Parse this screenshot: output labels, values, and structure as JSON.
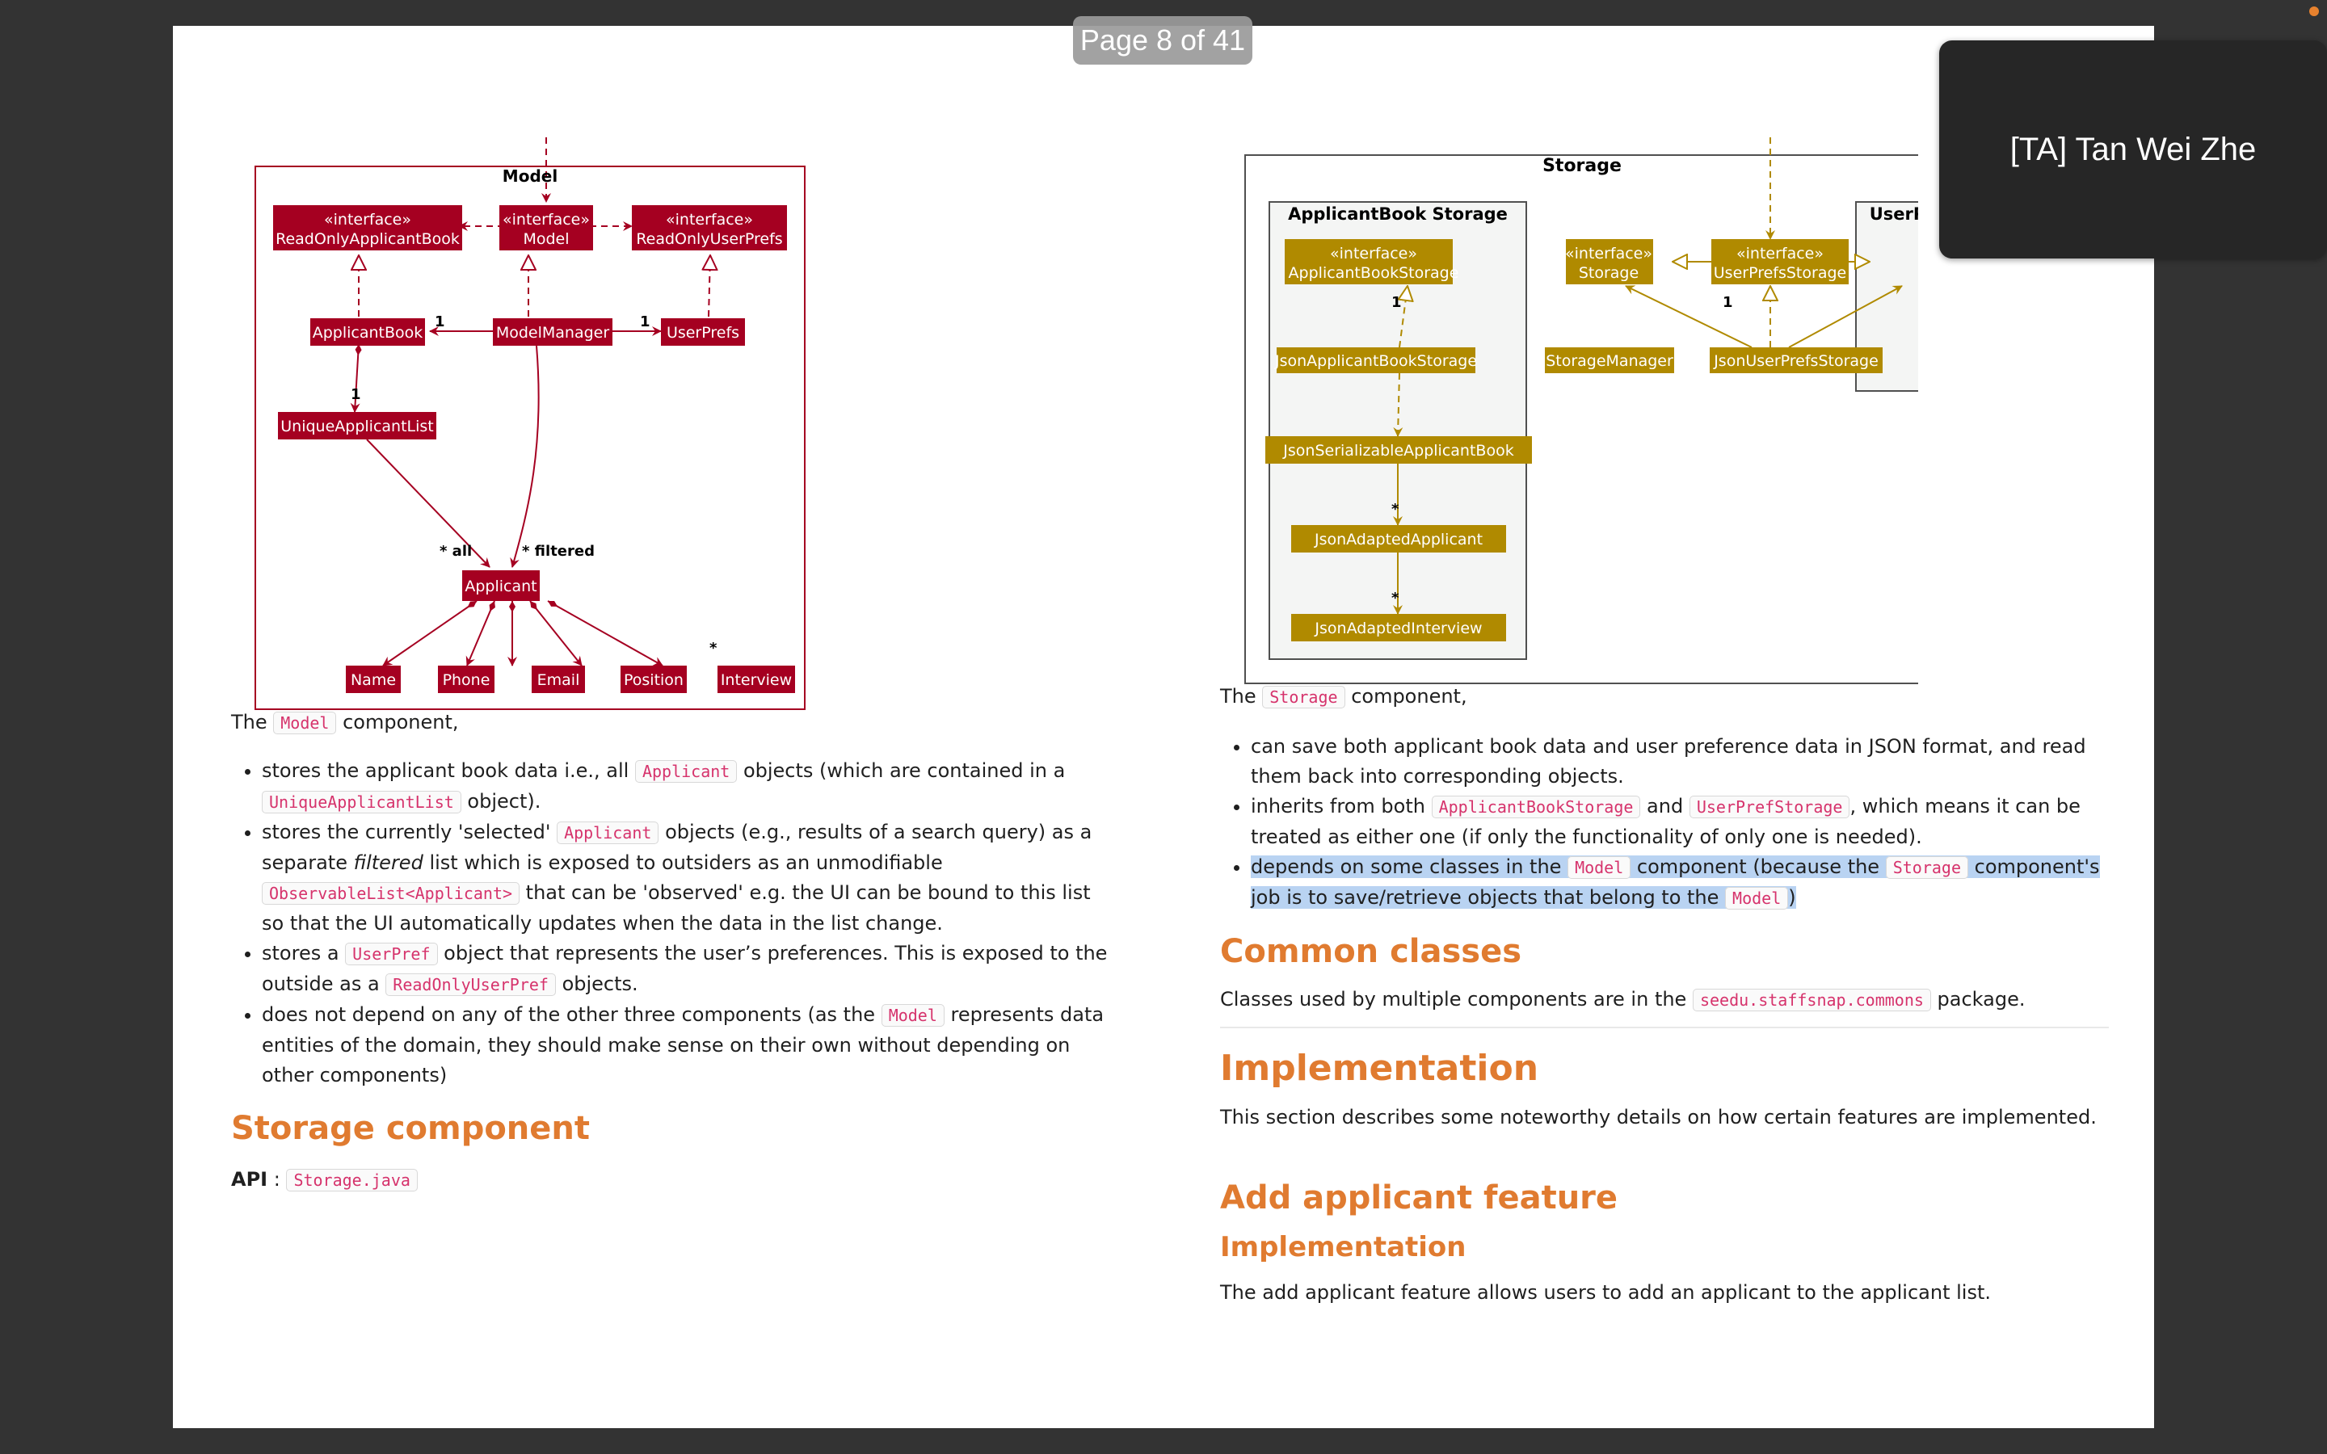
{
  "viewer": {
    "page_indicator": "Page 8 of 41",
    "participant_name": "[TA] Tan Wei Zhe"
  },
  "model_diagram": {
    "title": "Model",
    "nodes": {
      "ro_applicant_book": [
        "«interface»",
        "ReadOnlyApplicantBook"
      ],
      "model": [
        "«interface»",
        "Model"
      ],
      "ro_user_prefs": [
        "«interface»",
        "ReadOnlyUserPrefs"
      ],
      "applicant_book": "ApplicantBook",
      "model_manager": "ModelManager",
      "user_prefs": "UserPrefs",
      "unique_list": "UniqueApplicantList",
      "applicant": "Applicant",
      "name": "Name",
      "phone": "Phone",
      "email": "Email",
      "position": "Position",
      "interview": "Interview"
    },
    "labels": {
      "one": "1",
      "all": "* all",
      "filtered": "* filtered",
      "star": "*"
    },
    "color": "#a50021"
  },
  "storage_diagram": {
    "title": "Storage",
    "applicant_book_pkg": "ApplicantBook Storage",
    "userprefs_pkg": "UserPrefs Storage",
    "nodes": {
      "applicant_book_storage": [
        "«interface»",
        "ApplicantBookStorage"
      ],
      "storage": [
        "«interface»",
        "Storage"
      ],
      "userprefs_storage": [
        "«interface»",
        "UserPrefsStorage"
      ],
      "json_applicant_book_storage": "JsonApplicantBookStorage",
      "storage_manager": "StorageManager",
      "json_userprefs_storage": "JsonUserPrefsStorage",
      "json_serializable": "JsonSerializableApplicantBook",
      "json_adapted_applicant": "JsonAdaptedApplicant",
      "json_adapted_interview": "JsonAdaptedInterview"
    },
    "labels": {
      "one": "1",
      "star": "*"
    },
    "color": "#b08a00"
  },
  "left": {
    "intro": {
      "pre": "The ",
      "code": "Model",
      "post": " component,"
    },
    "bullets": [
      {
        "t1": "stores the applicant book data i.e., all ",
        "c1": "Applicant",
        "t2": " objects (which are contained in a ",
        "c2": "UniqueApplicantList",
        "t3": " object)."
      },
      {
        "t1": "stores the currently 'selected' ",
        "c1": "Applicant",
        "t2": " objects (e.g., results of a search query) as a separate ",
        "em": "filtered",
        "t3": " list which is exposed to outsiders as an unmodifiable ",
        "c2": "ObservableList<Applicant>",
        "t4": " that can be 'observed' e.g. the UI can be bound to this list so that the UI automatically updates when the data in the list change."
      },
      {
        "t1": "stores a ",
        "c1": "UserPref",
        "t2": " object that represents the user’s preferences. This is exposed to the outside as a ",
        "c2": "ReadOnlyUserPref",
        "t3": " objects."
      },
      {
        "t1": "does not depend on any of the other three components (as the ",
        "c1": "Model",
        "t2": " represents data entities of the domain, they should make sense on their own without depending on other components)"
      }
    ],
    "heading": "Storage component",
    "api": {
      "label": "API",
      "sep": " : ",
      "code": "Storage.java"
    }
  },
  "right": {
    "intro": {
      "pre": "The ",
      "code": "Storage",
      "post": " component,"
    },
    "bullets": [
      {
        "t1": "can save both applicant book data and user preference data in JSON format, and read them back into corresponding objects."
      },
      {
        "t1": "inherits from both ",
        "c1": "ApplicantBookStorage",
        "t2": " and ",
        "c2": "UserPrefStorage",
        "t3": ", which means it can be treated as either one (if only the functionality of only one is needed)."
      },
      {
        "t1": "depends on some classes in the ",
        "c1": "Model",
        "t2": " component (because the ",
        "c2": "Storage",
        "t3": " component's job is to save/retrieve objects that belong to the ",
        "c3": "Model",
        "t4": ")"
      }
    ],
    "common_heading": "Common classes",
    "common_text": {
      "pre": "Classes used by multiple components are in the ",
      "code": "seedu.staffsnap.commons",
      "post": " package."
    },
    "impl_heading": "Implementation",
    "impl_text": "This section describes some noteworthy details on how certain features are implemented.",
    "add_heading": "Add applicant feature",
    "add_sub": "Implementation",
    "add_text": "The add applicant feature allows users to add an applicant to the applicant list."
  }
}
